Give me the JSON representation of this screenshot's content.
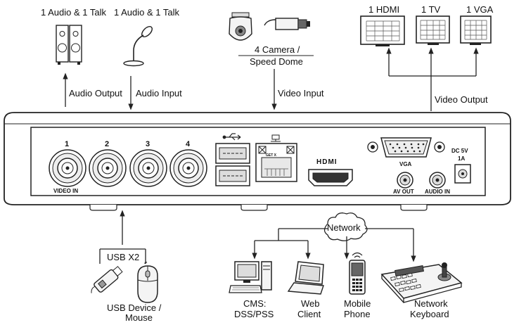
{
  "top": {
    "audio_output_device": "1 Audio & 1 Talk",
    "audio_input_device": "1 Audio & 1 Talk",
    "camera_line1": "4 Camera /",
    "camera_line2": "Speed Dome",
    "hdmi_monitor": "1 HDMI",
    "tv_monitor": "1 TV",
    "vga_monitor": "1 VGA",
    "audio_output": "Audio  Output",
    "audio_input": "Audio  Input",
    "video_input": "Video Input",
    "video_output": "Video Output"
  },
  "panel": {
    "bnc_ports": [
      "1",
      "2",
      "3",
      "4"
    ],
    "video_in": "VIDEO IN",
    "vga": "VGA",
    "av_out": "AV OUT",
    "audio_in": "AUDIO IN",
    "power_line1": "DC 5V",
    "power_line2": "1A",
    "lan_label": "GET X",
    "hdmi_logo": "HDMI"
  },
  "bottom": {
    "usb_x2": "USB X2",
    "usb_device_line1": "USB Device /",
    "usb_device_line2": "Mouse",
    "network": "Network",
    "cms_line1": "CMS:",
    "cms_line2": "DSS/PSS",
    "web_line1": "Web",
    "web_line2": "Client",
    "mobile_line1": "Mobile",
    "mobile_line2": "Phone",
    "keyboard_line1": "Network",
    "keyboard_line2": "Keyboard"
  }
}
